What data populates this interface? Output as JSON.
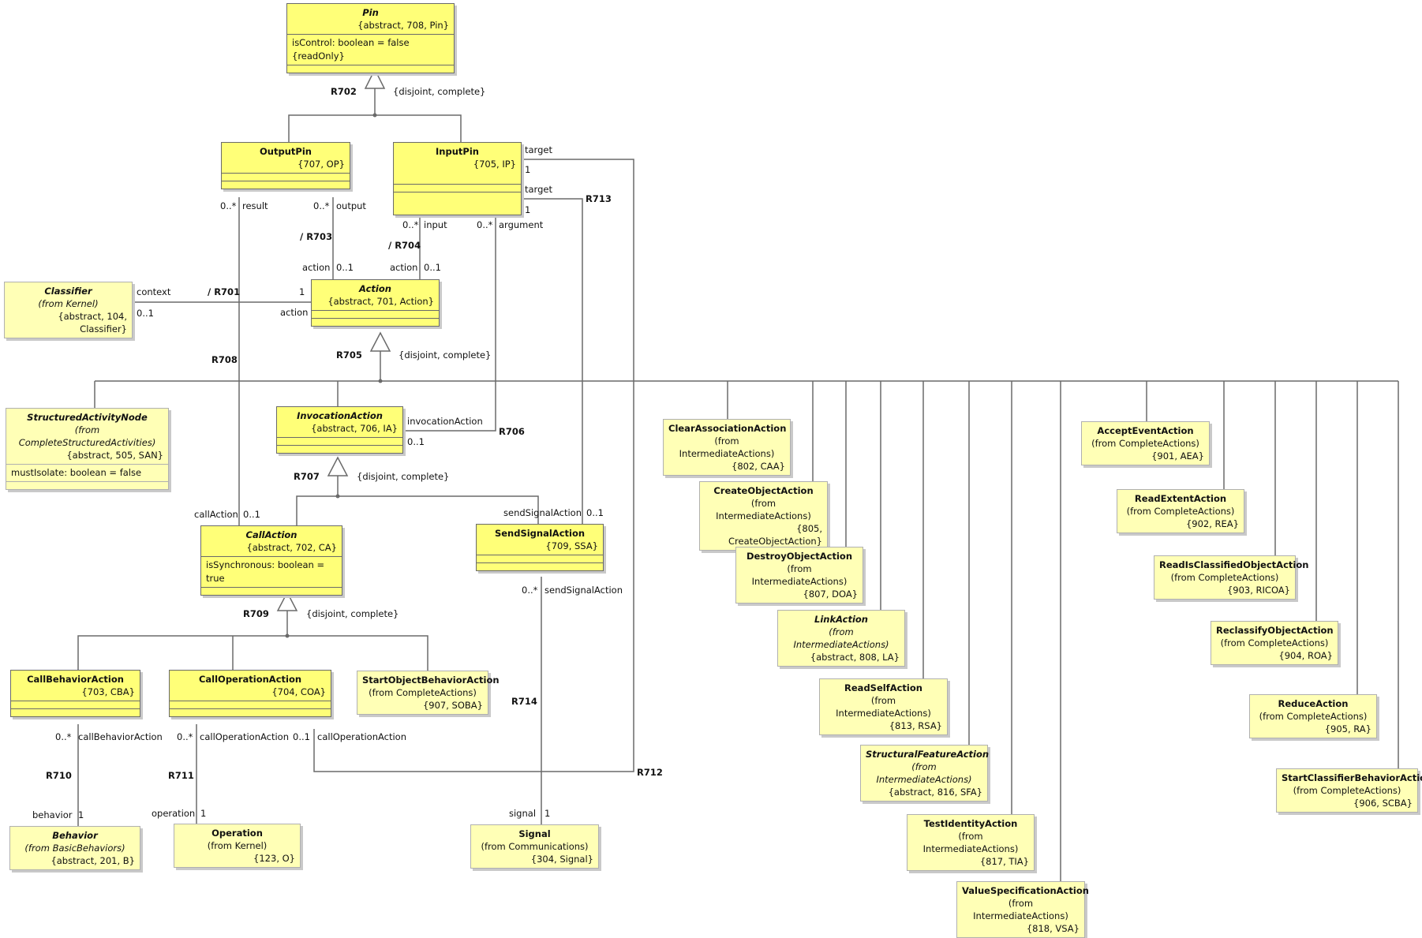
{
  "classes": {
    "pin": {
      "name": "Pin",
      "props": "{abstract, 708, Pin}",
      "attr": "isControl: boolean = false {readOnly}"
    },
    "output_pin": {
      "name": "OutputPin",
      "props": "{707, OP}"
    },
    "input_pin": {
      "name": "InputPin",
      "props": "{705, IP}"
    },
    "classifier": {
      "name": "Classifier",
      "from": "(from Kernel)",
      "props": "{abstract, 104, Classifier}"
    },
    "action": {
      "name": "Action",
      "props": "{abstract, 701, Action}"
    },
    "structured_activity_node": {
      "name": "StructuredActivityNode",
      "from": "(from CompleteStructuredActivities)",
      "props": "{abstract, 505, SAN}",
      "attr": "mustIsolate: boolean = false"
    },
    "invocation_action": {
      "name": "InvocationAction",
      "props": "{abstract, 706, IA}"
    },
    "call_action": {
      "name": "CallAction",
      "props": "{abstract, 702, CA}",
      "attr": "isSynchronous: boolean = true"
    },
    "send_signal_action": {
      "name": "SendSignalAction",
      "props": "{709, SSA}"
    },
    "call_behavior_action": {
      "name": "CallBehaviorAction",
      "props": "{703, CBA}"
    },
    "call_operation_action": {
      "name": "CallOperationAction",
      "props": "{704, COA}"
    },
    "start_object_behavior_action": {
      "name": "StartObjectBehaviorAction",
      "from": "(from CompleteActions)",
      "props": "{907, SOBA}"
    },
    "behavior": {
      "name": "Behavior",
      "from": "(from BasicBehaviors)",
      "props": "{abstract, 201, B}"
    },
    "operation": {
      "name": "Operation",
      "from": "(from Kernel)",
      "props": "{123, O}"
    },
    "signal": {
      "name": "Signal",
      "from": "(from Communications)",
      "props": "{304, Signal}"
    },
    "clear_association_action": {
      "name": "ClearAssociationAction",
      "from": "(from IntermediateActions)",
      "props": "{802, CAA}"
    },
    "create_object_action": {
      "name": "CreateObjectAction",
      "from": "(from IntermediateActions)",
      "props": "{805, CreateObjectAction}"
    },
    "destroy_object_action": {
      "name": "DestroyObjectAction",
      "from": "(from IntermediateActions)",
      "props": "{807, DOA}"
    },
    "link_action": {
      "name": "LinkAction",
      "from": "(from IntermediateActions)",
      "props": "{abstract, 808, LA}"
    },
    "read_self_action": {
      "name": "ReadSelfAction",
      "from": "(from IntermediateActions)",
      "props": "{813, RSA}"
    },
    "structural_feature_action": {
      "name": "StructuralFeatureAction",
      "from": "(from IntermediateActions)",
      "props": "{abstract, 816, SFA}"
    },
    "test_identity_action": {
      "name": "TestIdentityAction",
      "from": "(from IntermediateActions)",
      "props": "{817, TIA}"
    },
    "value_specification_action": {
      "name": "ValueSpecificationAction",
      "from": "(from IntermediateActions)",
      "props": "{818, VSA}"
    },
    "accept_event_action": {
      "name": "AcceptEventAction",
      "from": "(from CompleteActions)",
      "props": "{901, AEA}"
    },
    "read_extent_action": {
      "name": "ReadExtentAction",
      "from": "(from CompleteActions)",
      "props": "{902, REA}"
    },
    "read_is_classified_object_action": {
      "name": "ReadIsClassifiedObjectAction",
      "from": "(from CompleteActions)",
      "props": "{903, RICOA}"
    },
    "reclassify_object_action": {
      "name": "ReclassifyObjectAction",
      "from": "(from CompleteActions)",
      "props": "{904, ROA}"
    },
    "reduce_action": {
      "name": "ReduceAction",
      "from": "(from CompleteActions)",
      "props": "{905, RA}"
    },
    "start_classifier_behavior_action": {
      "name": "StartClassifierBehaviorAction",
      "from": "(from CompleteActions)",
      "props": "{906, SCBA}"
    }
  },
  "labels": {
    "r702": "R702",
    "disjoint_complete_1": "{disjoint, complete}",
    "target_1": "target",
    "one_target_1": "1",
    "target_2": "target",
    "one_target_2": "1",
    "r713": "R713",
    "op_result_mult": "0..*",
    "op_result_role": "result",
    "op_output_mult": "0..*",
    "op_output_role": "output",
    "ip_input_mult": "0..*",
    "ip_input_role": "input",
    "ip_argument_mult": "0..*",
    "ip_argument_role": "argument",
    "r703": "/ R703",
    "r704": "/ R704",
    "action_role_1": "action",
    "action_mult_1": "0..1",
    "action_role_2": "action",
    "action_mult_2": "0..1",
    "context_role": "context",
    "r701": "/ R701",
    "context_one": "1",
    "classifier_mult": "0..1",
    "action_role_3": "action",
    "r708": "R708",
    "r705": "R705",
    "disjoint_complete_2": "{disjoint, complete}",
    "invocation_action_role": "invocationAction",
    "invocation_action_mult": "0..1",
    "r706": "R706",
    "r707": "R707",
    "disjoint_complete_3": "{disjoint, complete}",
    "call_action_role": "callAction",
    "call_action_mult": "0..1",
    "send_signal_action_role_1": "sendSignalAction",
    "send_signal_action_mult_1": "0..1",
    "r709": "R709",
    "disjoint_complete_4": "{disjoint, complete}",
    "ssa_mult_2": "0..*",
    "ssa_role_2": "sendSignalAction",
    "r714": "R714",
    "cba_mult": "0..*",
    "cba_role": "callBehaviorAction",
    "coa_mult_1": "0..*",
    "coa_role_1": "callOperationAction",
    "coa_mult_2": "0..1",
    "coa_role_2": "callOperationAction",
    "r710": "R710",
    "r711": "R711",
    "r712": "R712",
    "behavior_role": "behavior",
    "behavior_one": "1",
    "operation_role": "operation",
    "operation_one": "1",
    "signal_role": "signal",
    "signal_one": "1"
  },
  "colors": {
    "class_fill": "#ffff78",
    "external_class_fill": "#ffffb6",
    "line": "#6a6a6a"
  }
}
